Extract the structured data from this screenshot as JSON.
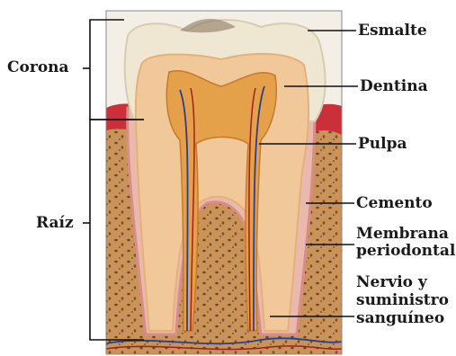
{
  "labels": {
    "corona": "Corona",
    "raiz": "Raíz",
    "esmalte": "Esmalte",
    "dentina": "Dentina",
    "pulpa": "Pulpa",
    "cemento": "Cemento",
    "membrana": [
      "Membrana",
      "periodontal"
    ],
    "nervio": [
      "Nervio y",
      "suministro",
      "sanguíneo"
    ]
  },
  "colors": {
    "bone": "#c9935a",
    "bone_spots": "#5b3a1e",
    "gum": "#c9303a",
    "enamel": "#efe7d2",
    "dentin": "#f0c89a",
    "pulp": "#e5a04a",
    "leader": "#111111"
  }
}
